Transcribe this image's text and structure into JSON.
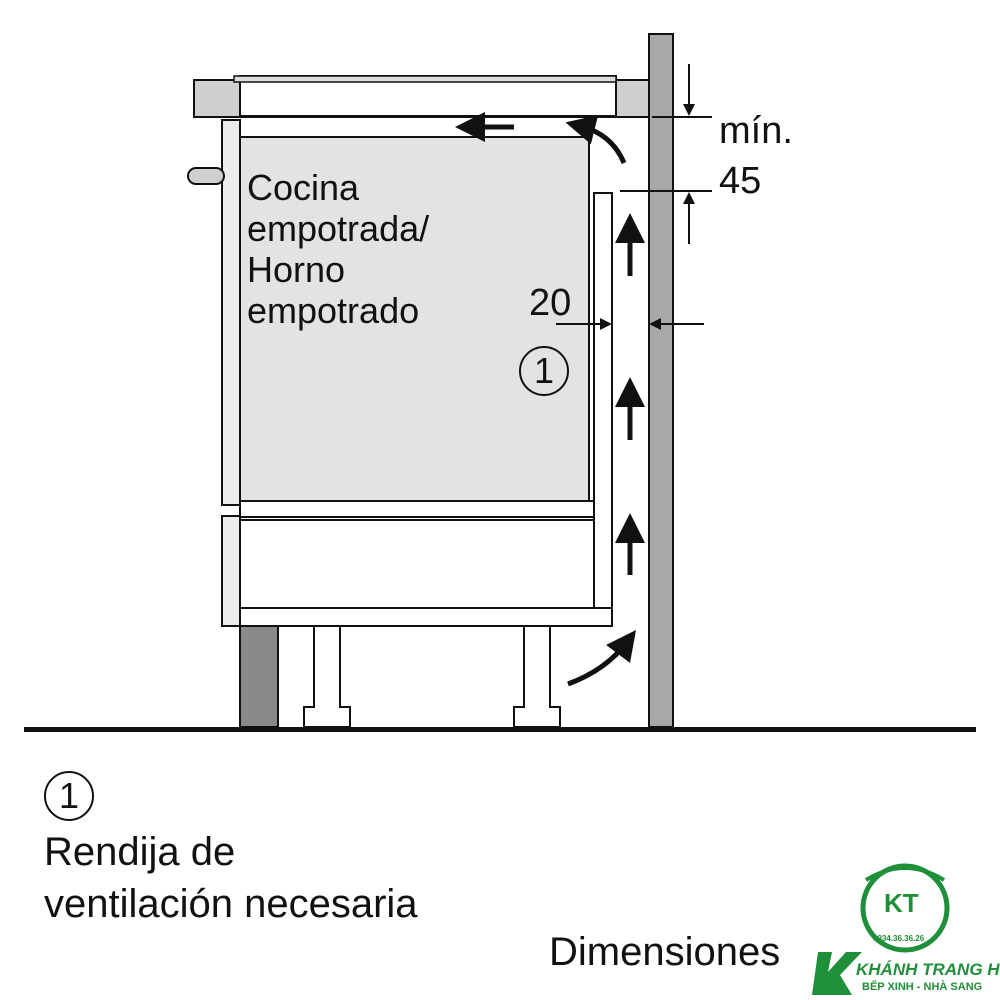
{
  "appliance": {
    "line1": "Cocina",
    "line2": "empotrada/",
    "line3": "Horno",
    "line4": "empotrado"
  },
  "dimensions": {
    "min_label": "mín.",
    "min_value": "45",
    "gap_value": "20"
  },
  "callout": {
    "number": "1"
  },
  "legend": {
    "number": "1",
    "line1": "Rendija de",
    "line2": "ventilación necesaria"
  },
  "footer": {
    "text": "Dimensiones"
  },
  "watermark": {
    "brand": "KHÁNH TRANG HOME",
    "tagline": "BẾP XINH - NHÀ SANG",
    "phone": "0934.36.36.26",
    "initials": "KT"
  },
  "colors": {
    "line": "#111111",
    "cabinet_fill": "#e3e3e3",
    "wall_fill": "#a8a8a8",
    "plinth_fill": "#8a8a8a",
    "brand_green": "#1f8f3a"
  }
}
